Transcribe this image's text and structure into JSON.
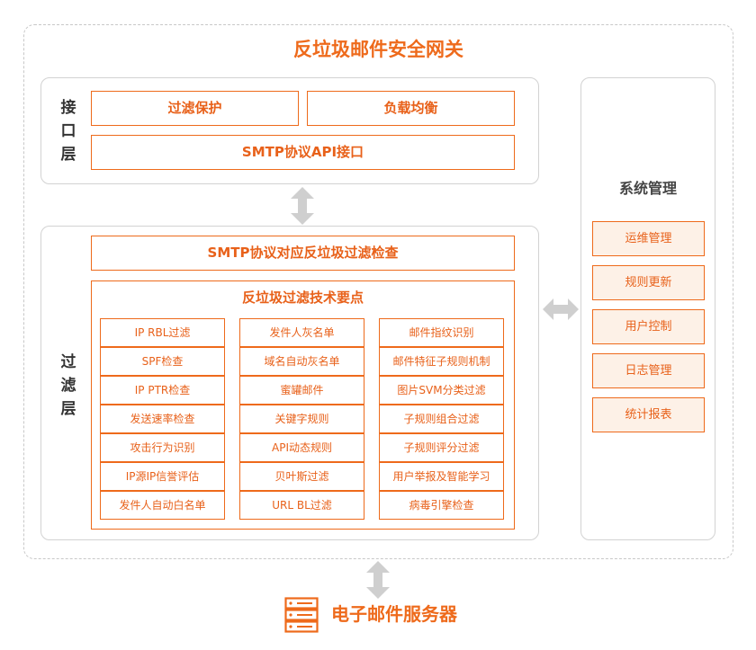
{
  "title": "反垃圾邮件安全网关",
  "interface_layer": {
    "label": "接口层",
    "boxes": [
      "过滤保护",
      "负载均衡"
    ],
    "api_box": "SMTP协议API接口"
  },
  "filter_layer": {
    "label": "过滤层",
    "top_box": "SMTP协议对应反垃圾过滤检查",
    "tech_title": "反垃圾过滤技术要点",
    "col1": [
      "IP RBL过滤",
      "SPF检查",
      "IP PTR检查",
      "发送速率检查",
      "攻击行为识别",
      "IP源IP信誉评估",
      "发件人自动白名单"
    ],
    "col2": [
      "发件人灰名单",
      "域名自动灰名单",
      "蜜罐邮件",
      "关键字规则",
      "API动态规则",
      "贝叶斯过滤",
      "URL BL过滤"
    ],
    "col3": [
      "邮件指纹识别",
      "邮件特征子规则机制",
      "图片SVM分类过滤",
      "子规则组合过滤",
      "子规则评分过滤",
      "用户举报及智能学习",
      "病毒引擎检查"
    ]
  },
  "system_management": {
    "title": "系统管理",
    "items": [
      "运维管理",
      "规则更新",
      "用户控制",
      "日志管理",
      "统计报表"
    ]
  },
  "footer": {
    "label": "电子邮件服务器",
    "icon": "server-icon"
  },
  "colors": {
    "accent": "#ee6a1b",
    "arrow": "#cfcfcf",
    "panel_border": "#d2d2d2",
    "sm_fill": "#fdf1e7"
  }
}
